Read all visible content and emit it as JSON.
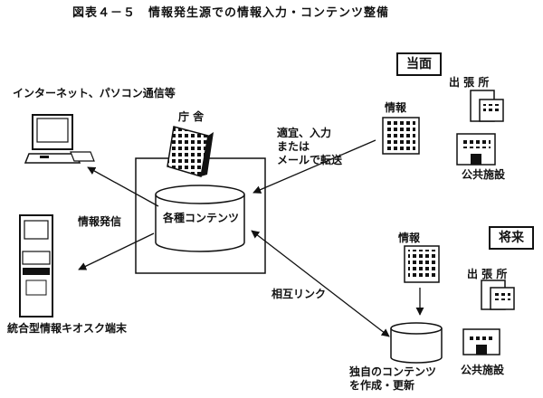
{
  "figure_title": "図表４－５　情報発生源での情報入力・コンテンツ整備",
  "now_box": "当面",
  "future_box": "将来",
  "internet_label": "インターネット、パソコン通信等",
  "agency_label": "庁 舎",
  "info_label_top": "情報",
  "branch_office_top": "出 張 所",
  "public_facility_top": "公共施設",
  "input_method_label": "適宜、入力\nまたは\nメールで転送",
  "info_dispatch_label": "情報発信",
  "contents_label": "各種コンテンツ",
  "kiosk_label": "統合型情報キオスク端末",
  "info_label_bottom": "情報",
  "branch_office_bottom": "出 張 所",
  "mutual_link_label": "相互リンク",
  "own_contents_label": "独自のコンテンツ\nを作成・更新",
  "public_facility_bottom": "公共施設"
}
